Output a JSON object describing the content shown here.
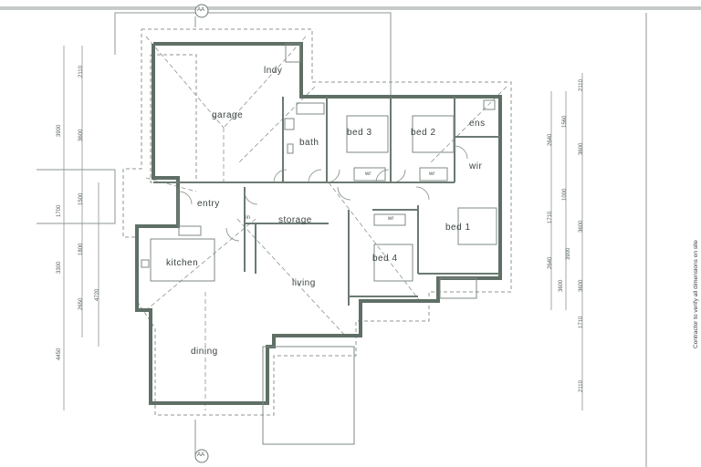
{
  "drawing": {
    "type": "floor plan",
    "section_marker_top": "AA",
    "section_marker_bottom": "AA",
    "note": "Contractor to verify all dimensions on site",
    "colors": {
      "wall": "#5f6f66",
      "line": "#7d8a83",
      "dashed": "#8c9690",
      "text": "#3a4440"
    }
  },
  "rooms": [
    {
      "id": "garage",
      "label": "garage"
    },
    {
      "id": "lndy",
      "label": "lndy"
    },
    {
      "id": "bath",
      "label": "bath"
    },
    {
      "id": "bed3",
      "label": "bed 3"
    },
    {
      "id": "bed2",
      "label": "bed 2"
    },
    {
      "id": "ens",
      "label": "ens"
    },
    {
      "id": "wir",
      "label": "wir"
    },
    {
      "id": "entry",
      "label": "entry"
    },
    {
      "id": "storage",
      "label": "storage"
    },
    {
      "id": "bed1",
      "label": "bed 1"
    },
    {
      "id": "kitchen",
      "label": "kitchen"
    },
    {
      "id": "living",
      "label": "living"
    },
    {
      "id": "bed4",
      "label": "bed 4"
    },
    {
      "id": "dining",
      "label": "dining"
    }
  ],
  "fixtures": {
    "wr_bed3": "wr",
    "wr_bed2": "wr",
    "wr_bed4": "wr",
    "linen": "lin"
  },
  "dimensions_left": {
    "outer": [
      "3900",
      "1700",
      "3300",
      "4450"
    ],
    "middle": [
      "2110",
      "3600",
      "1500",
      "1800",
      "2650"
    ],
    "inner": [
      "4720"
    ]
  },
  "dimensions_right": {
    "outer": [
      "2110",
      "3600",
      "3600",
      "3600",
      "1710",
      "2110"
    ],
    "middle": [
      "2640",
      "1560",
      "1000",
      "3900",
      "2640"
    ],
    "inner": [
      "1710",
      "3600"
    ]
  }
}
